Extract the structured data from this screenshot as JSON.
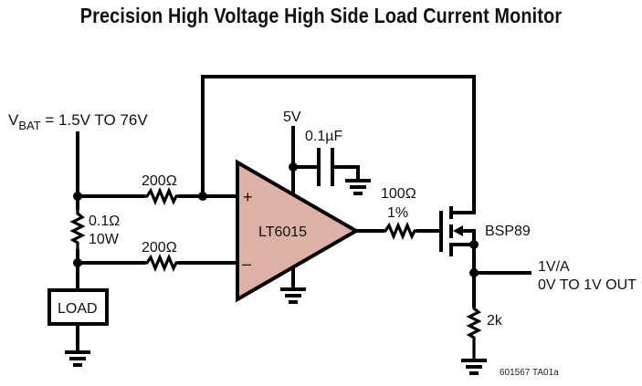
{
  "title": "Precision High Voltage High Side Load Current Monitor",
  "colors": {
    "opamp_fill": "#DDB1A5",
    "wire": "#000000"
  },
  "supply": {
    "name": "V",
    "subscript": "BAT",
    "range": " = 1.5V TO 76V"
  },
  "components": {
    "r_in_plus": "200Ω",
    "r_in_minus": "200Ω",
    "r_sense_value": "0.1Ω",
    "r_sense_power": "10W",
    "load": "LOAD",
    "opamp": "LT6015",
    "opamp_plus": "+",
    "opamp_minus": "–",
    "vcc": "5V",
    "cap": "0.1µF",
    "r_gate_value": "100Ω",
    "r_gate_tol": "1%",
    "mosfet": "BSP89",
    "r_out": "2k"
  },
  "output": {
    "gain": "1V/A",
    "range": "0V TO 1V OUT"
  },
  "figure_id": "601567 TA01a"
}
